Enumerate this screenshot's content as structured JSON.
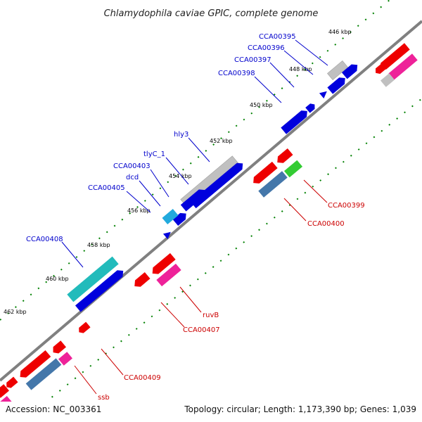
{
  "title": "Chlamydophila caviae GPIC, complete genome",
  "footer": {
    "accession": "Accession: NC_003361",
    "stats": "Topology: circular; Length: 1,173,390 bp; Genes: 1,039"
  },
  "colors": {
    "backbone": "#808080",
    "tick": "#008000",
    "forward_label": "#0000cc",
    "reverse_label": "#cc0000",
    "blue": "#0000dd",
    "red": "#ee0000",
    "grey": "#c0c0c0",
    "cyan": "#22bbbb",
    "lightblue": "#22aadd",
    "magenta": "#ee2299",
    "steelblue": "#4477aa",
    "green": "#33cc33"
  },
  "kbp_labels": [
    "446 kbp",
    "448 kbp",
    "450 kbp",
    "452 kbp",
    "454 kbp",
    "456 kbp",
    "458 kbp",
    "460 kbp",
    "462 kbp"
  ],
  "gene_labels_forward": [
    "CCA00395",
    "CCA00396",
    "CCA00397",
    "CCA00398",
    "hly3",
    "tlyC_1",
    "CCA00403",
    "dcd",
    "CCA00405",
    "CCA00408"
  ],
  "gene_labels_reverse": [
    "CCA00399",
    "CCA00400",
    "ruvB",
    "CCA00407",
    "CCA00409",
    "ssb"
  ]
}
